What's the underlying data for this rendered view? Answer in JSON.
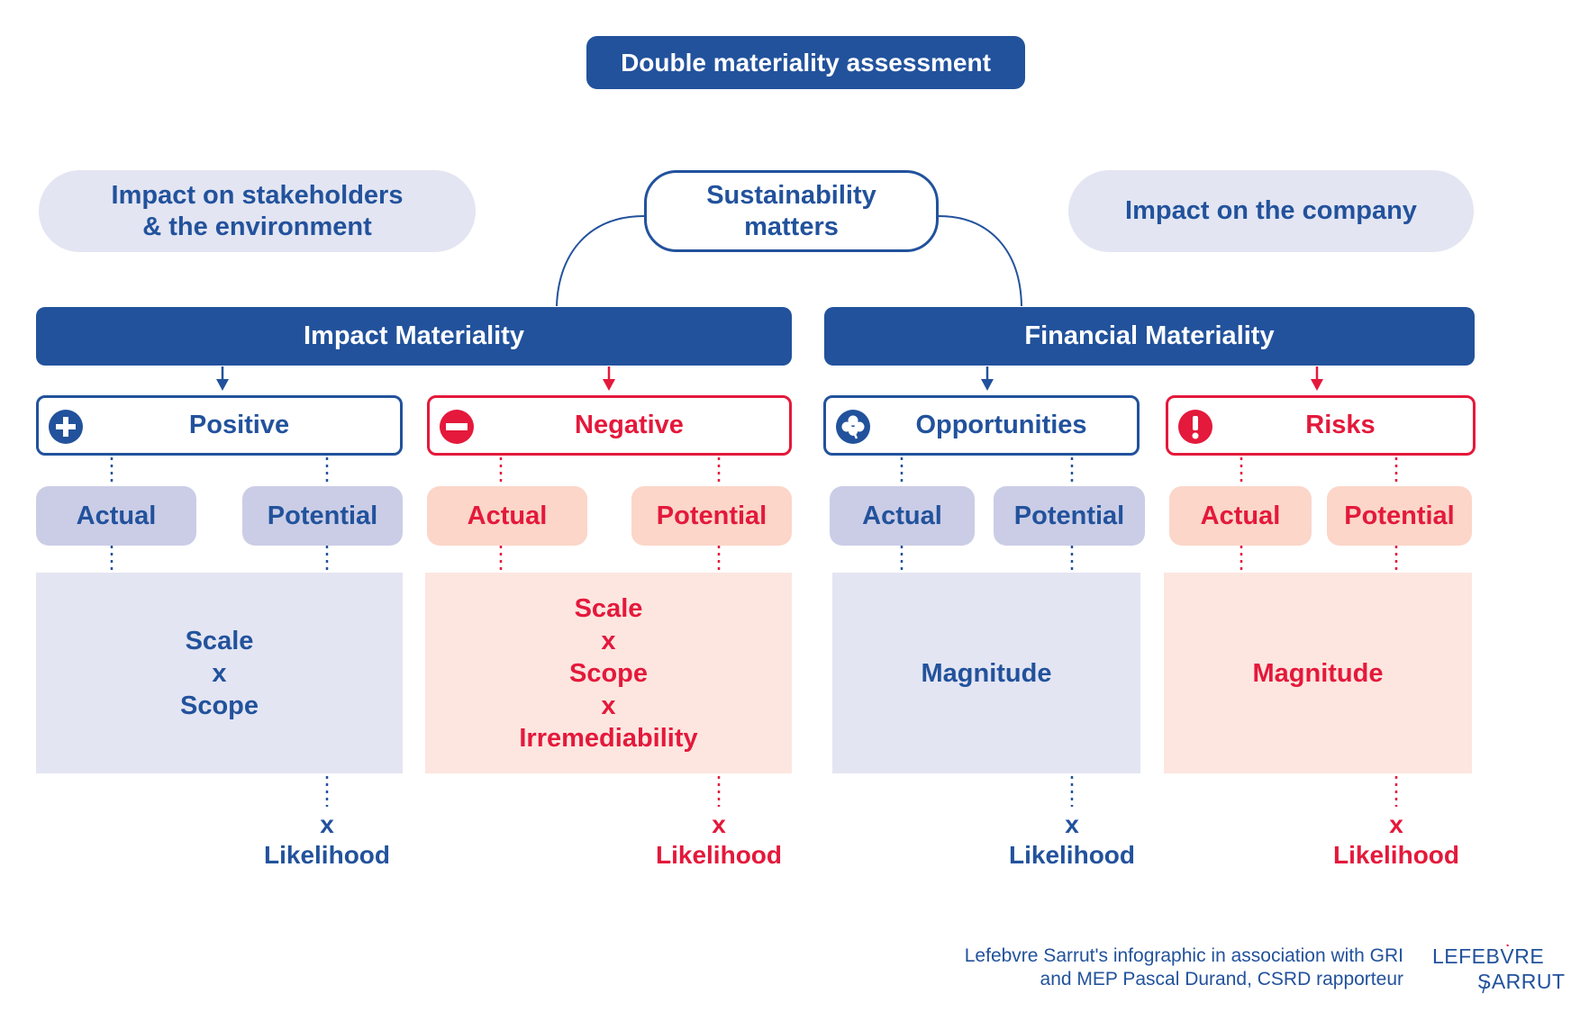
{
  "title": "Double materiality assessment",
  "left_pill": [
    "Impact on stakeholders",
    "& the environment"
  ],
  "center_pill": [
    "Sustainability",
    "matters"
  ],
  "right_pill": "Impact on the company",
  "impact_materiality": "Impact Materiality",
  "financial_materiality": "Financial Materiality",
  "categories": {
    "positive": "Positive",
    "negative": "Negative",
    "opportunities": "Opportunities",
    "risks": "Risks"
  },
  "actual": "Actual",
  "potential": "Potential",
  "boxes": {
    "positive": [
      "Scale",
      "x",
      "Scope"
    ],
    "negative": [
      "Scale",
      "x",
      "Scope",
      "x",
      "Irremediability"
    ],
    "opportunities": [
      "Magnitude"
    ],
    "risks": [
      "Magnitude"
    ]
  },
  "likelihood": [
    "x",
    "Likelihood"
  ],
  "credit": [
    "Lefebvre Sarrut's infographic in association with GRI",
    "and MEP Pascal Durand, CSRD rapporteur"
  ],
  "logo": [
    "LEFEBVRE",
    "SARRUT"
  ],
  "colors": {
    "blue": "#22529c",
    "red": "#e4193b",
    "grey_light": "#e3e5f2",
    "blue_light": "#cbcde6",
    "pink_light": "#fbd6c9",
    "pink_pale": "#fde6e0"
  },
  "icons": {
    "positive": "plus-circle-icon",
    "negative": "minus-circle-icon",
    "opportunities": "clover-icon",
    "risks": "exclamation-circle-icon"
  }
}
